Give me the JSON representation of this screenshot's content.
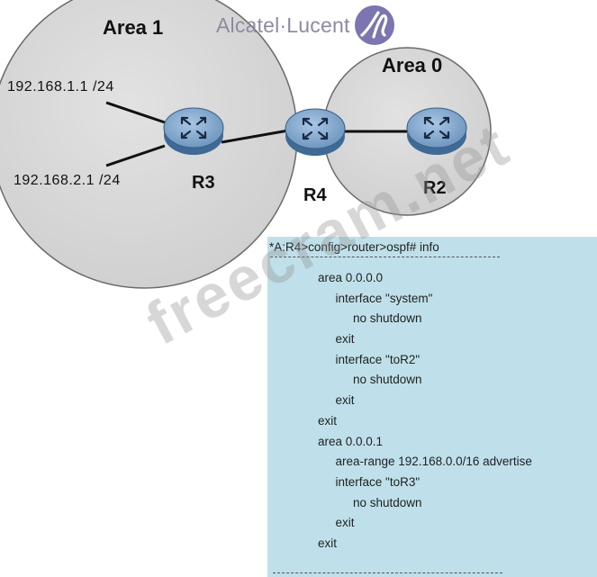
{
  "brand": {
    "name": "Alcatel·Lucent",
    "logo_icon": "alcatel-lucent-logo-icon",
    "color": "#8e8aa2"
  },
  "areas": {
    "area1": {
      "label": "Area 1"
    },
    "area0": {
      "label": "Area 0"
    }
  },
  "routers": {
    "r3": {
      "label": "R3",
      "icon": "router-icon"
    },
    "r4": {
      "label": "R4",
      "icon": "router-icon"
    },
    "r2": {
      "label": "R2",
      "icon": "router-icon"
    }
  },
  "networks": {
    "net1": "192.168.1.1 /24",
    "net2": "192.168.2.1 /24"
  },
  "config": {
    "prompt": "*A:R4>config>router>ospf# info",
    "lines": [
      {
        "indent": 1,
        "text": "area 0.0.0.0"
      },
      {
        "indent": 2,
        "text": "interface \"system\""
      },
      {
        "indent": 3,
        "text": "no shutdown"
      },
      {
        "indent": 2,
        "text": "exit"
      },
      {
        "indent": 2,
        "text": "interface \"toR2\""
      },
      {
        "indent": 3,
        "text": "no shutdown"
      },
      {
        "indent": 2,
        "text": "exit"
      },
      {
        "indent": 1,
        "text": "exit"
      },
      {
        "indent": 1,
        "text": "area 0.0.0.1"
      },
      {
        "indent": 2,
        "text": "area-range 192.168.0.0/16 advertise"
      },
      {
        "indent": 2,
        "text": "interface \"toR3\""
      },
      {
        "indent": 3,
        "text": "no shutdown"
      },
      {
        "indent": 2,
        "text": "exit"
      },
      {
        "indent": 1,
        "text": "exit"
      }
    ]
  },
  "watermark": "freecram.net",
  "colors": {
    "area_fill": "#d9d9d9",
    "router_fill": "#7fa6cc",
    "config_bg": "#bfe0ea"
  }
}
